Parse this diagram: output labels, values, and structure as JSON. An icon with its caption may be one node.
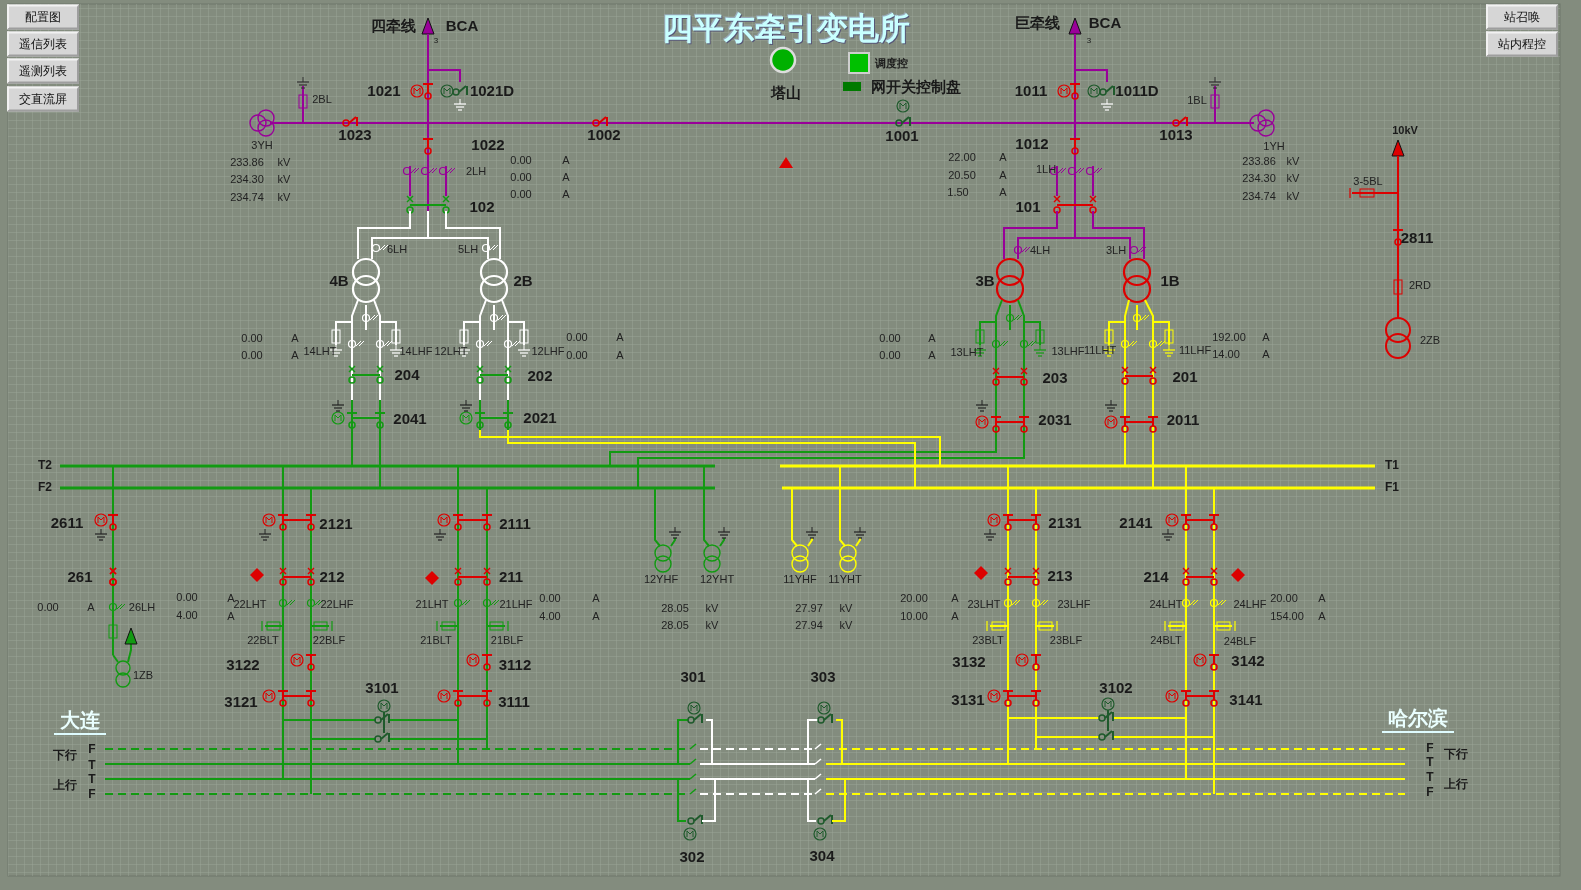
{
  "diagram": {
    "title": "四平东牵引变电所",
    "labels": [
      "配置图",
      "遥信列表",
      "遥测列表",
      "交直流屏",
      "站召唤",
      "站内程控",
      "四牵线",
      "BCA",
      "巨牵线",
      "BCA",
      "3",
      "3",
      "塔山",
      "1021",
      "1021D",
      "1011",
      "1011D",
      "2BL",
      "1BL",
      "10kV",
      "1023",
      "1002",
      "1001",
      "1013",
      "3YH",
      "1022",
      "1012",
      "1YH",
      "233.86",
      "kV",
      "0.00",
      "A",
      "22.00",
      "A",
      "233.86",
      "kV",
      "234.30",
      "kV",
      "2LH",
      "0.00",
      "A",
      "1LH",
      "20.50",
      "A",
      "234.30",
      "kV",
      "3-5BL",
      "234.74",
      "kV",
      "0.00",
      "A",
      "1.50",
      "A",
      "234.74",
      "kV",
      "102",
      "101",
      "2811",
      "6LH",
      "5LH",
      "4LH",
      "3LH",
      "4B",
      "2B",
      "3B",
      "1B",
      "2RD",
      "0.00",
      "A",
      "0.00",
      "A",
      "0.00",
      "A",
      "192.00",
      "A",
      "2ZB",
      "0.00",
      "A",
      "14LHT",
      "14LHF",
      "12LHT",
      "12LHF",
      "0.00",
      "A",
      "0.00",
      "A",
      "13LHT",
      "13LHF",
      "11LHT",
      "11LHF",
      "14.00",
      "A",
      "204",
      "202",
      "203",
      "201",
      "2041",
      "2021",
      "2031",
      "2011",
      "T2",
      "T1",
      "F2",
      "F1",
      "2611",
      "2121",
      "2111",
      "2131",
      "2141",
      "261",
      "212",
      "211",
      "12YHF",
      "12YHT",
      "11YHF",
      "11YHT",
      "213",
      "214",
      "0.00",
      "A",
      "26LH",
      "0.00",
      "A",
      "22LHT",
      "22LHF",
      "21LHT",
      "21LHF",
      "0.00",
      "A",
      "28.05",
      "kV",
      "27.97",
      "kV",
      "20.00",
      "A",
      "23LHT",
      "23LHF",
      "24LHT",
      "24LHF",
      "20.00",
      "A",
      "4.00",
      "A",
      "4.00",
      "A",
      "28.05",
      "kV",
      "27.94",
      "kV",
      "10.00",
      "A",
      "154.00",
      "A",
      "22BLT",
      "22BLF",
      "21BLT",
      "21BLF",
      "23BLT",
      "23BLF",
      "24BLT",
      "24BLF",
      "3122",
      "3112",
      "3132",
      "3142",
      "1ZB",
      "301",
      "303",
      "3101",
      "3102",
      "3121",
      "3111",
      "3131",
      "3141",
      "大连",
      "哈尔滨",
      "F",
      "下行",
      "F",
      "下行",
      "T",
      "T",
      "T",
      "上行",
      "T",
      "上行",
      "F",
      "F",
      "302",
      "304"
    ],
    "legend": [
      {
        "text": "调度控",
        "color": "#00c000"
      },
      {
        "text": "网开关控制盘",
        "color": "#007a00"
      }
    ]
  }
}
